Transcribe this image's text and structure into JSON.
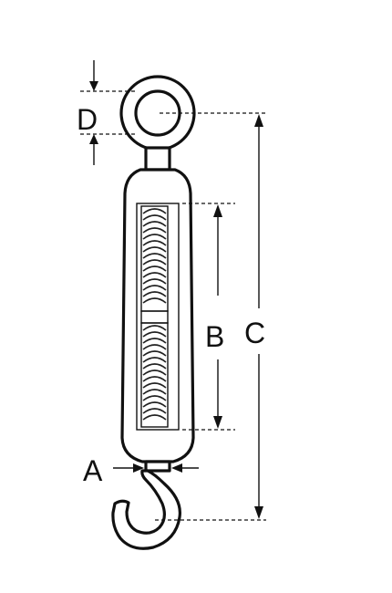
{
  "labels": {
    "a": "A",
    "b": "B",
    "c": "C",
    "d": "D"
  },
  "colors": {
    "line": "#111111",
    "background": "#ffffff"
  }
}
